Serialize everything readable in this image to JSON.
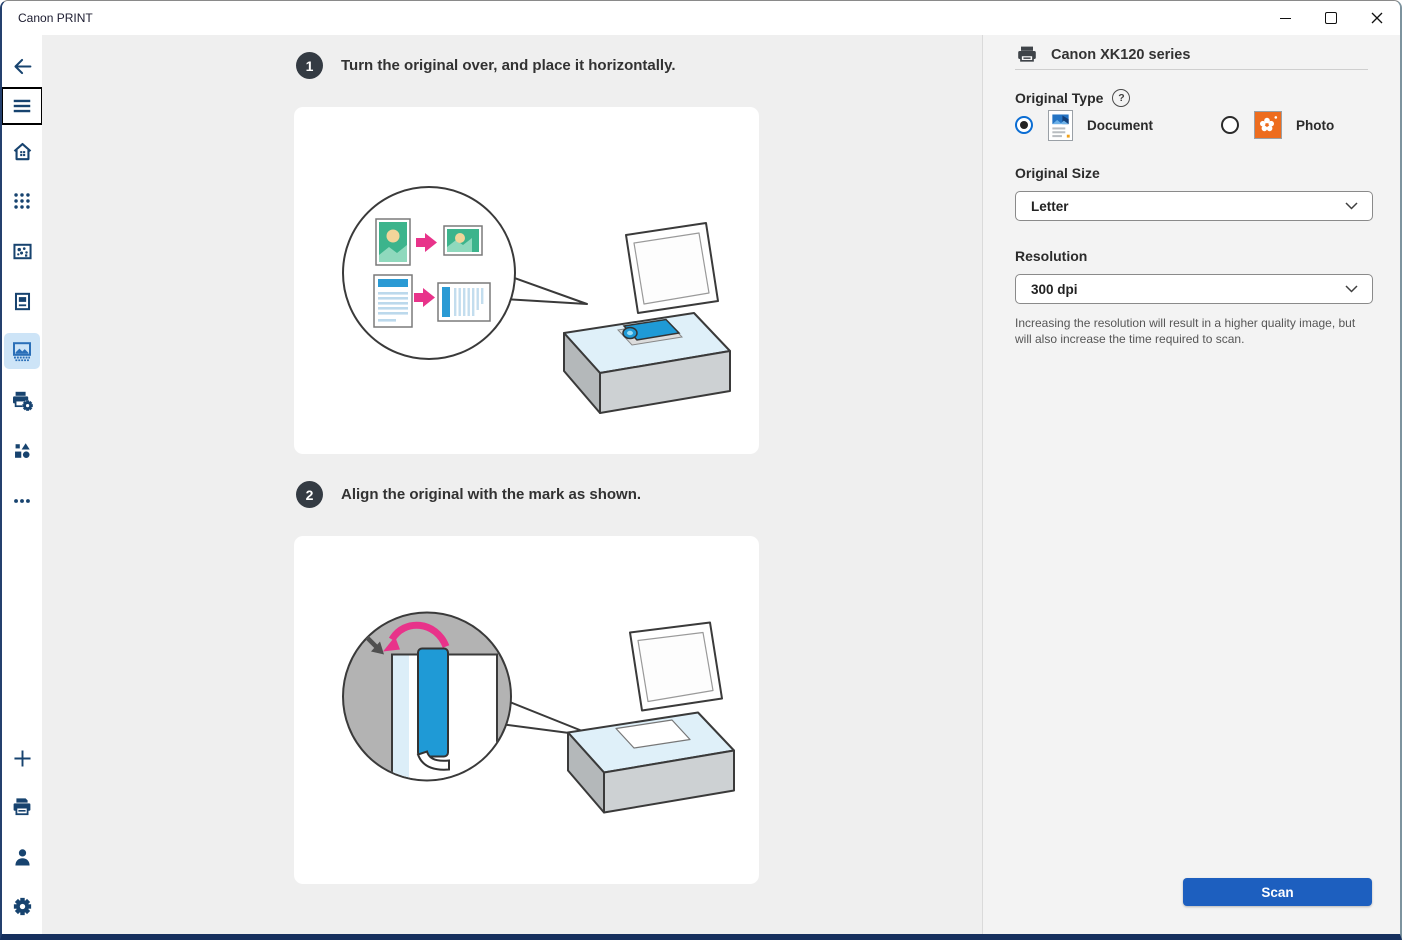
{
  "window": {
    "title": "Canon PRINT",
    "controls": [
      "minimize",
      "maximize",
      "close"
    ]
  },
  "sidebar": {
    "items": [
      {
        "name": "back",
        "icon": "back-arrow-icon"
      },
      {
        "name": "menu",
        "icon": "hamburger-icon",
        "focused": true
      },
      {
        "name": "home",
        "icon": "home-icon"
      },
      {
        "name": "apps",
        "icon": "apps-grid-icon"
      },
      {
        "name": "photos",
        "icon": "photo-icon"
      },
      {
        "name": "documents",
        "icon": "document-icon"
      },
      {
        "name": "scan",
        "icon": "scanner-icon",
        "selected": true
      },
      {
        "name": "printer-settings",
        "icon": "printer-gear-icon"
      },
      {
        "name": "shapes",
        "icon": "shapes-icon"
      },
      {
        "name": "more",
        "icon": "ellipsis-icon"
      },
      {
        "name": "add-printer",
        "icon": "plus-icon"
      },
      {
        "name": "printer",
        "icon": "printer-icon"
      },
      {
        "name": "account",
        "icon": "person-icon"
      },
      {
        "name": "settings",
        "icon": "gear-icon"
      }
    ]
  },
  "steps": [
    {
      "number": "1",
      "text": "Turn the original over, and place it horizontally."
    },
    {
      "number": "2",
      "text": "Align the original with the mark as shown."
    }
  ],
  "panel": {
    "printer_name": "Canon XK120 series",
    "printer_icon": "printer-icon",
    "original_type": {
      "label": "Original Type",
      "help_glyph": "?",
      "options": [
        {
          "label": "Document",
          "selected": true,
          "icon": "document-thumbnail-icon"
        },
        {
          "label": "Photo",
          "selected": false,
          "icon": "photo-thumbnail-icon"
        }
      ]
    },
    "original_size": {
      "label": "Original Size",
      "value": "Letter"
    },
    "resolution": {
      "label": "Resolution",
      "value": "300 dpi",
      "note": "Increasing the resolution will result in a higher quality image, but will also increase the time required to scan."
    },
    "scan_button": "Scan"
  },
  "colors": {
    "accent_blue": "#1d5fbf",
    "radio_selected": "#0b6dd3",
    "sidebar_icon": "#17436f",
    "selected_item_bg": "#cde4f7",
    "step_circle": "#343b43",
    "pink_arrow": "#e8338a",
    "illustration_blue": "#1f9ad6",
    "photo_green": "#3cb48c",
    "photo_tile_orange": "#ed6c1e",
    "window_border_bottom": "#16305e"
  }
}
